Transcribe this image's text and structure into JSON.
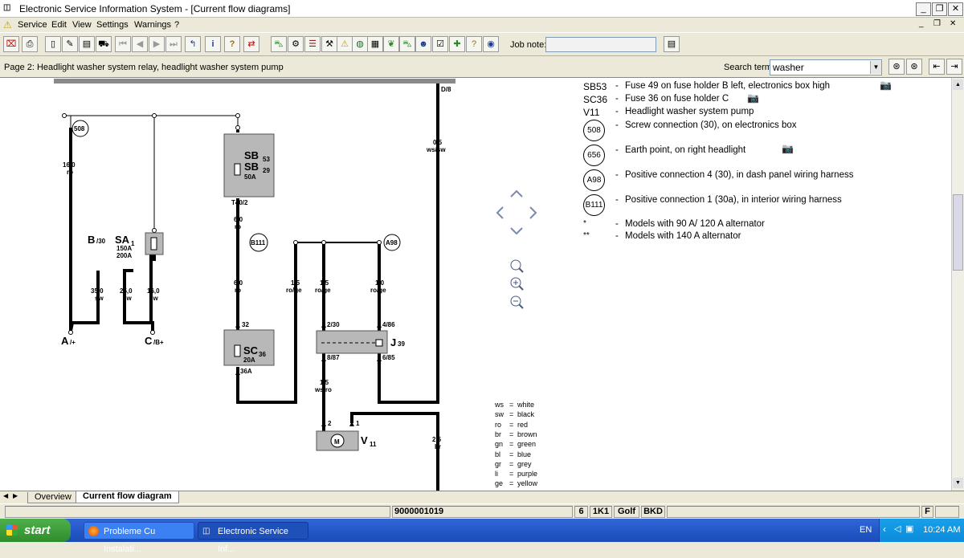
{
  "window": {
    "title": "Electronic Service Information System - [Current flow diagrams]"
  },
  "menu": [
    "Service",
    "Edit",
    "View",
    "Settings",
    "Warnings",
    "?"
  ],
  "toolbar": {
    "job_note_label": "Job note:",
    "job_note_value": ""
  },
  "infobar": {
    "page_label": "Page 2: Headlight washer system relay, headlight washer system pump",
    "search_label": "Search term:",
    "search_value": "washer"
  },
  "tabs": [
    {
      "label": "Overview"
    },
    {
      "label": "Current flow diagram"
    }
  ],
  "status": {
    "doc_number": "9000001019",
    "f1": "6",
    "f2": "1K1",
    "f3": "Golf",
    "f4": "BKD",
    "f5": "F"
  },
  "taskbar": {
    "start": "start",
    "tasks": [
      "Probleme Cu Instalati...",
      "Electronic Service Inf..."
    ],
    "lang": "EN",
    "time": "10:24 AM"
  },
  "legend": [
    {
      "code": "SB53",
      "text": "Fuse 49 on fuse holder B left, electronics box high",
      "camera": true
    },
    {
      "code": "SC36",
      "text": "Fuse 36 on fuse holder C",
      "camera": true
    },
    {
      "code": "V11",
      "text": "Headlight washer system pump",
      "camera": false
    },
    {
      "code": "508",
      "text": "Screw connection (30), on electronics box",
      "camera": false,
      "circle": true
    },
    {
      "code": "656",
      "text": "Earth point, on right headlight",
      "camera": true,
      "circle": true
    },
    {
      "code": "A98",
      "text": "Positive connection 4 (30), in dash panel wiring harness",
      "camera": false,
      "circle": true
    },
    {
      "code": "B111",
      "text": "Positive connection 1 (30a), in interior wiring harness",
      "camera": false,
      "circle": true
    },
    {
      "code": "*",
      "text": "Models with 90 A/ 120 A alternator",
      "camera": false
    },
    {
      "code": "**",
      "text": "Models with 140 A alternator",
      "camera": false
    }
  ],
  "colors": [
    {
      "code": "ws",
      "name": "white"
    },
    {
      "code": "sw",
      "name": "black"
    },
    {
      "code": "ro",
      "name": "red"
    },
    {
      "code": "br",
      "name": "brown"
    },
    {
      "code": "gn",
      "name": "green"
    },
    {
      "code": "bl",
      "name": "blue"
    },
    {
      "code": "gr",
      "name": "grey"
    },
    {
      "code": "li",
      "name": "purple"
    },
    {
      "code": "ge",
      "name": "yellow"
    }
  ],
  "diagram": {
    "labels": {
      "d8": "D/8",
      "w1": "0,5",
      "w1c": "ws/sw",
      "c508": "508",
      "w2": "16,0",
      "w2c": "ro",
      "b30": "B",
      "b30s": "/30",
      "sa1": "SA",
      "sa1s": "1",
      "sa1a": "150A",
      "sa1b": "200A",
      "w3": "35,0",
      "w3c": "sw",
      "w4": "25,0",
      "w4c": "sw",
      "w5": "16,0",
      "w5c": "sw",
      "a": "A",
      "as": "/+",
      "c": "C",
      "cs": "/B+",
      "sb53": "SB",
      "sb53s": "53",
      "sb29": "SB",
      "sb29s": "29",
      "sb50": "50A",
      "t402": "T40/2",
      "w6": "6,0",
      "w6c": "ro",
      "b111": "B111",
      "w7": "6,0",
      "w7c": "ro",
      "p32": "32",
      "sc36": "SC",
      "sc36s": "36",
      "sc20": "20A",
      "p36a": "36A",
      "w8": "1,5",
      "w8c": "ro/ge",
      "w9": "1,5",
      "w9c": "ro/ge",
      "w10": "1,0",
      "w10c": "ro/ge",
      "a98": "A98",
      "p230": "2/30",
      "p486": "4/86",
      "j39": "J",
      "j39s": "39",
      "p887": "8/87",
      "p685": "6/85",
      "w11": "1,5",
      "w11c": "ws/ro",
      "p2": "2",
      "p1": "1",
      "v11": "V",
      "v11s": "11",
      "w12": "2,5",
      "w12c": "br",
      "motor": "M"
    }
  }
}
